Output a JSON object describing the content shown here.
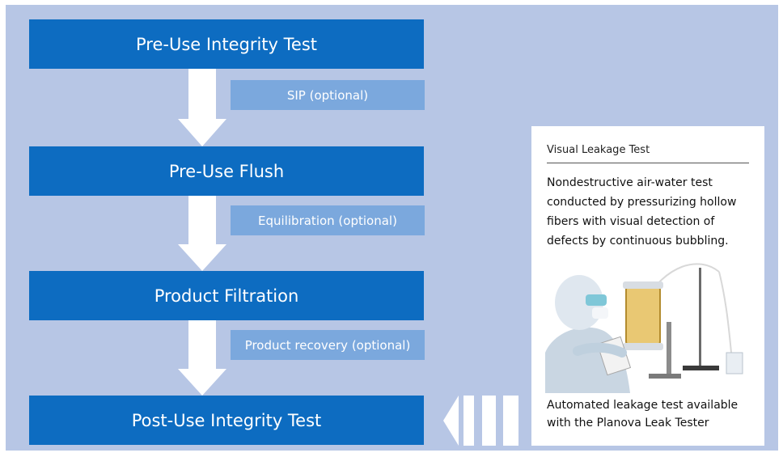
{
  "flow": {
    "steps": [
      "Pre-Use Integrity Test",
      "Pre-Use Flush",
      "Product Filtration",
      "Post-Use Integrity Test"
    ],
    "optional": [
      "SIP (optional)",
      "Equilibration (optional)",
      "Product recovery (optional)"
    ]
  },
  "card": {
    "title": "Visual Leakage Test",
    "description": "Nondestructive air-water test conducted by pressurizing hollow fibers with visual detection of defects by continuous bubbling.",
    "footer": "Automated leakage test available with the Planova Leak Tester"
  },
  "colors": {
    "background": "#b7c6e5",
    "step": "#0d6cc1",
    "optional": "#7ba8dd",
    "arrow": "#ffffff"
  }
}
